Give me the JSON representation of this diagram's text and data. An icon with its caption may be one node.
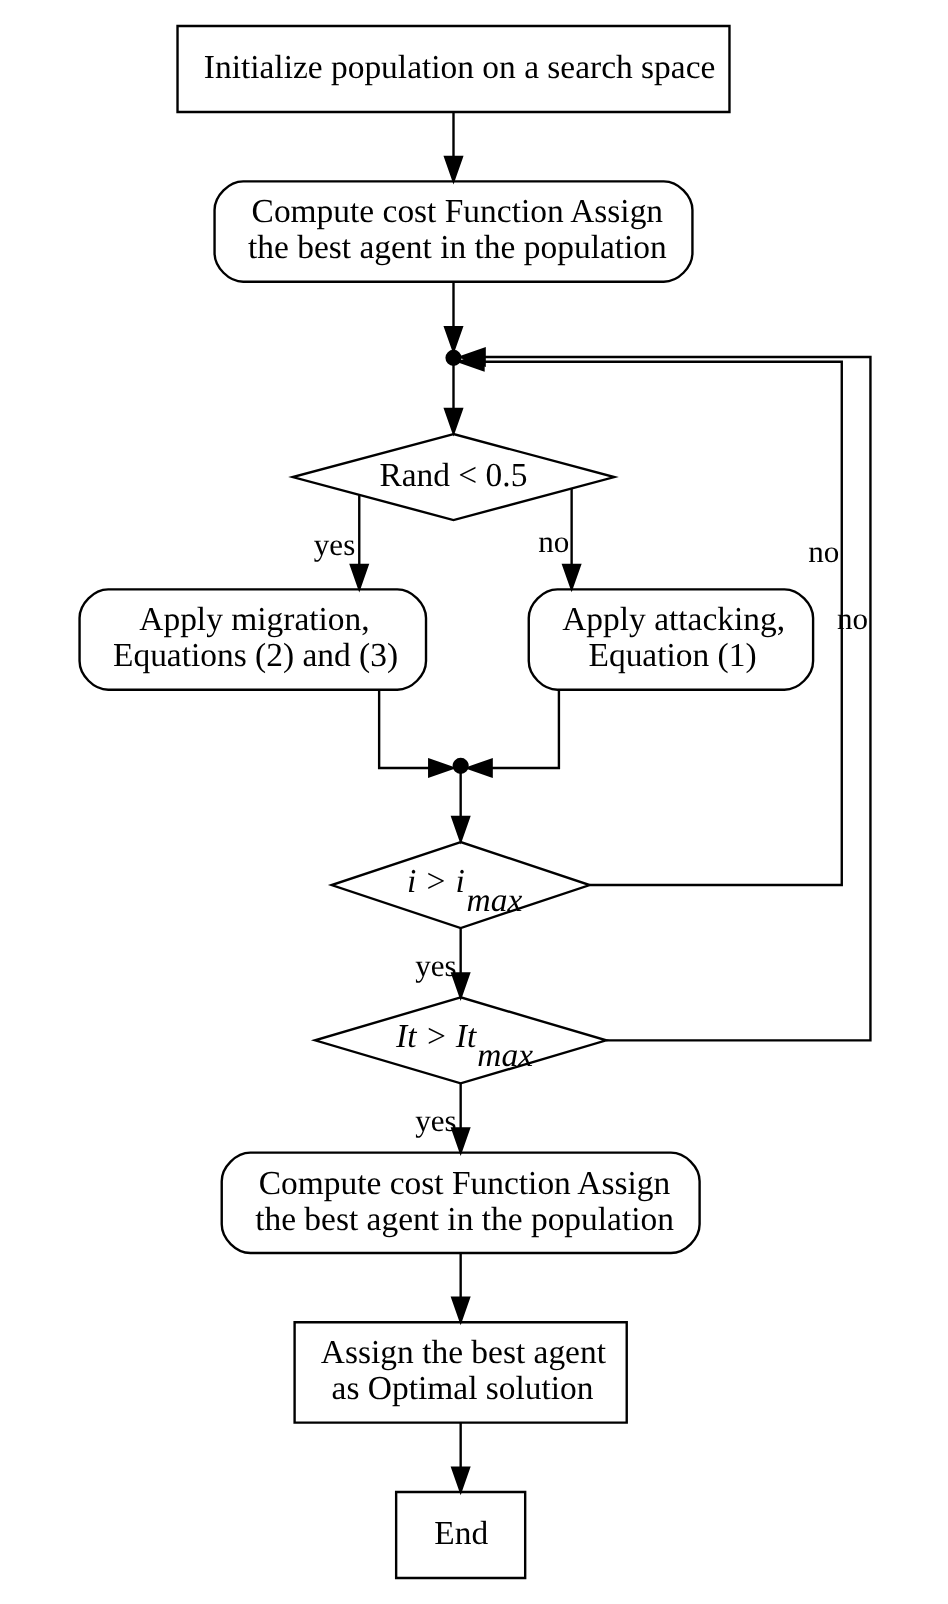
{
  "diagram": {
    "nodes": [
      {
        "text": [
          "Initialize population on a search space"
        ]
      },
      {
        "text": [
          "Compute cost Function Assign the best agent in the population"
        ]
      },
      {
        "text": [],
        "shape": "circle"
      },
      {
        "text": [
          "Rand < 0.5"
        ]
      },
      {
        "text": [
          "Apply migration, Equations (2) and (3)"
        ]
      },
      {
        "text": [
          "Apply attacking, Equation (1)"
        ]
      },
      {
        "text": [],
        "shape": "circle"
      },
      {
        "text": [
          "i > i$_{max}$"
        ]
      },
      {
        "text": [
          "It > It$_{max}$"
        ]
      },
      {
        "text": [
          "Compute cost Function Assign the best agent in the population"
        ]
      },
      {
        "text": [
          "Assign the best agent as Optimal solution"
        ]
      },
      {
        "text": [
          "End"
        ]
      }
    ],
    "edges": [
      {
        "from": 0,
        "to": 1,
        "arrow": "to"
      },
      {
        "from": 1,
        "to": 2,
        "arrow": "to"
      },
      {
        "from": 2,
        "to": 3,
        "arrow": "to"
      },
      {
        "from": 3,
        "to": 4,
        "arrow": "to",
        "label": "yes"
      },
      {
        "from": 3,
        "to": 5,
        "arrow": "to",
        "label": "no"
      },
      {
        "from": 4,
        "to": 6,
        "arrow": "to"
      },
      {
        "from": 5,
        "to": 6,
        "arrow": "to"
      },
      {
        "from": 6,
        "to": 7,
        "arrow": "to"
      },
      {
        "from": 7,
        "to": 2,
        "arrow": "to",
        "label": "no"
      },
      {
        "from": 7,
        "to": 8,
        "arrow": "to",
        "label": "yes"
      },
      {
        "from": 8,
        "to": 2,
        "arrow": "to",
        "label": "no"
      },
      {
        "from": 8,
        "to": 9,
        "arrow": "to",
        "label": "yes"
      },
      {
        "from": 9,
        "to": 10,
        "arrow": "to"
      },
      {
        "from": 10,
        "to": 11,
        "arrow": "to"
      }
    ]
  }
}
